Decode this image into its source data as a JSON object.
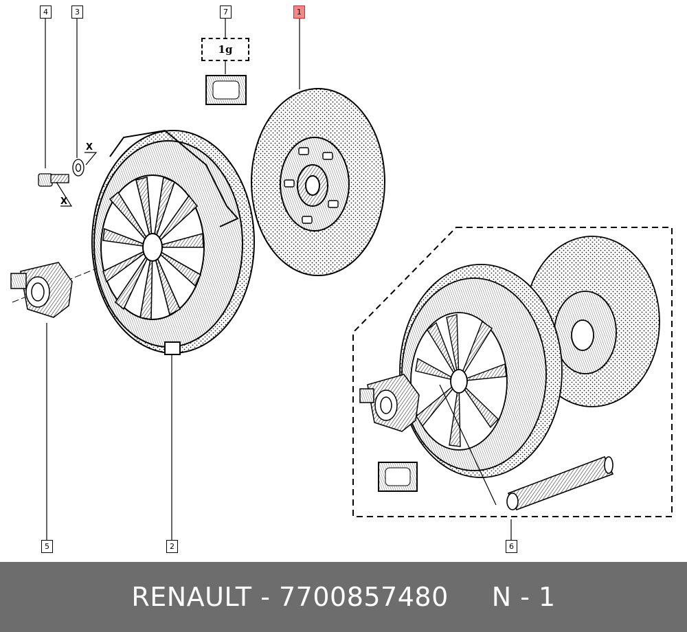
{
  "callouts": {
    "c1": "1",
    "c2": "2",
    "c3": "3",
    "c4": "4",
    "c5": "5",
    "c6": "6",
    "c7": "7"
  },
  "quantity_label": "1g",
  "angle_marks": {
    "x_upper": "X",
    "x_lower": "X"
  },
  "footer": {
    "brand": "RENAULT",
    "separator": " - ",
    "part_number": "7700857480",
    "gap": "     ",
    "page": "N - 1"
  },
  "colors": {
    "highlight_fill": "#f08a8a",
    "highlight_border": "#c03030",
    "footer_bg": "#6d6d6d",
    "footer_text": "#ffffff"
  }
}
